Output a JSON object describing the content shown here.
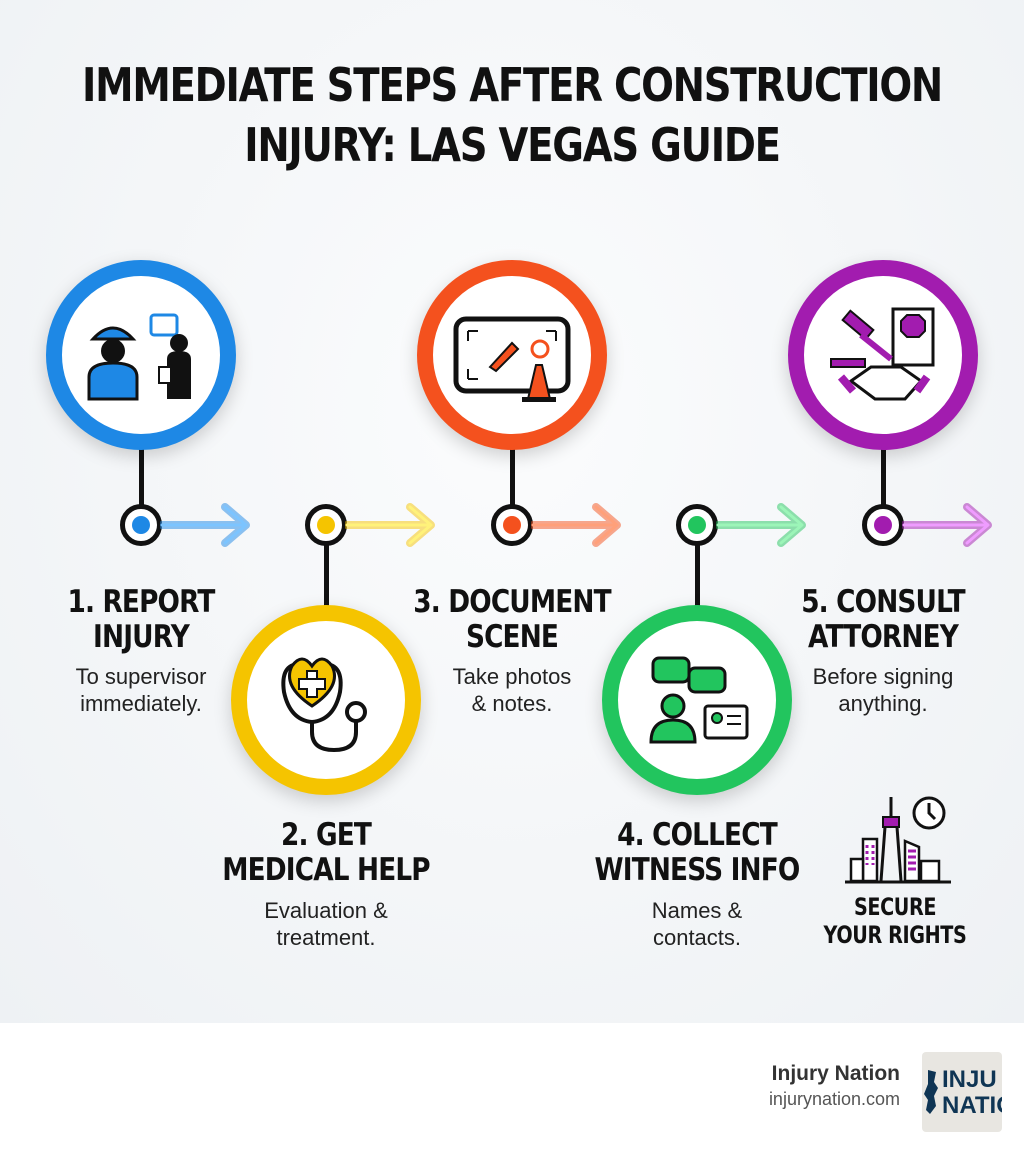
{
  "title": {
    "line1": "IMMEDIATE STEPS AFTER CONSTRUCTION",
    "line2": "INJURY: LAS VEGAS GUIDE"
  },
  "steps": [
    {
      "title1": "1. REPORT",
      "title2": "INJURY",
      "desc1": "To supervisor",
      "desc2": "immediately.",
      "color": "#1e88e5",
      "icon": "worker-reporting-icon"
    },
    {
      "title1": "2. GET",
      "title2": "MEDICAL HELP",
      "desc1": "Evaluation &",
      "desc2": "treatment.",
      "color": "#f5c400",
      "icon": "stethoscope-heart-icon"
    },
    {
      "title1": "3. DOCUMENT",
      "title2": "SCENE",
      "desc1": "Take photos",
      "desc2": "& notes.",
      "color": "#f4511e",
      "icon": "phone-camera-icon"
    },
    {
      "title1": "4. COLLECT",
      "title2": "WITNESS INFO",
      "desc1": "Names &",
      "desc2": "contacts.",
      "color": "#22c55e",
      "icon": "witness-contact-icon"
    },
    {
      "title1": "5. CONSULT",
      "title2": "ATTORNEY",
      "desc1": "Before signing",
      "desc2": "anything.",
      "color": "#a21caf",
      "icon": "gavel-handshake-icon"
    }
  ],
  "rights": {
    "line1": "SECURE",
    "line2": "YOUR RIGHTS",
    "icon": "las-vegas-skyline-icon"
  },
  "footer": {
    "name": "Injury Nation",
    "url": "injurynation.com",
    "logo1": "INJU",
    "logo2": "NATIO"
  }
}
